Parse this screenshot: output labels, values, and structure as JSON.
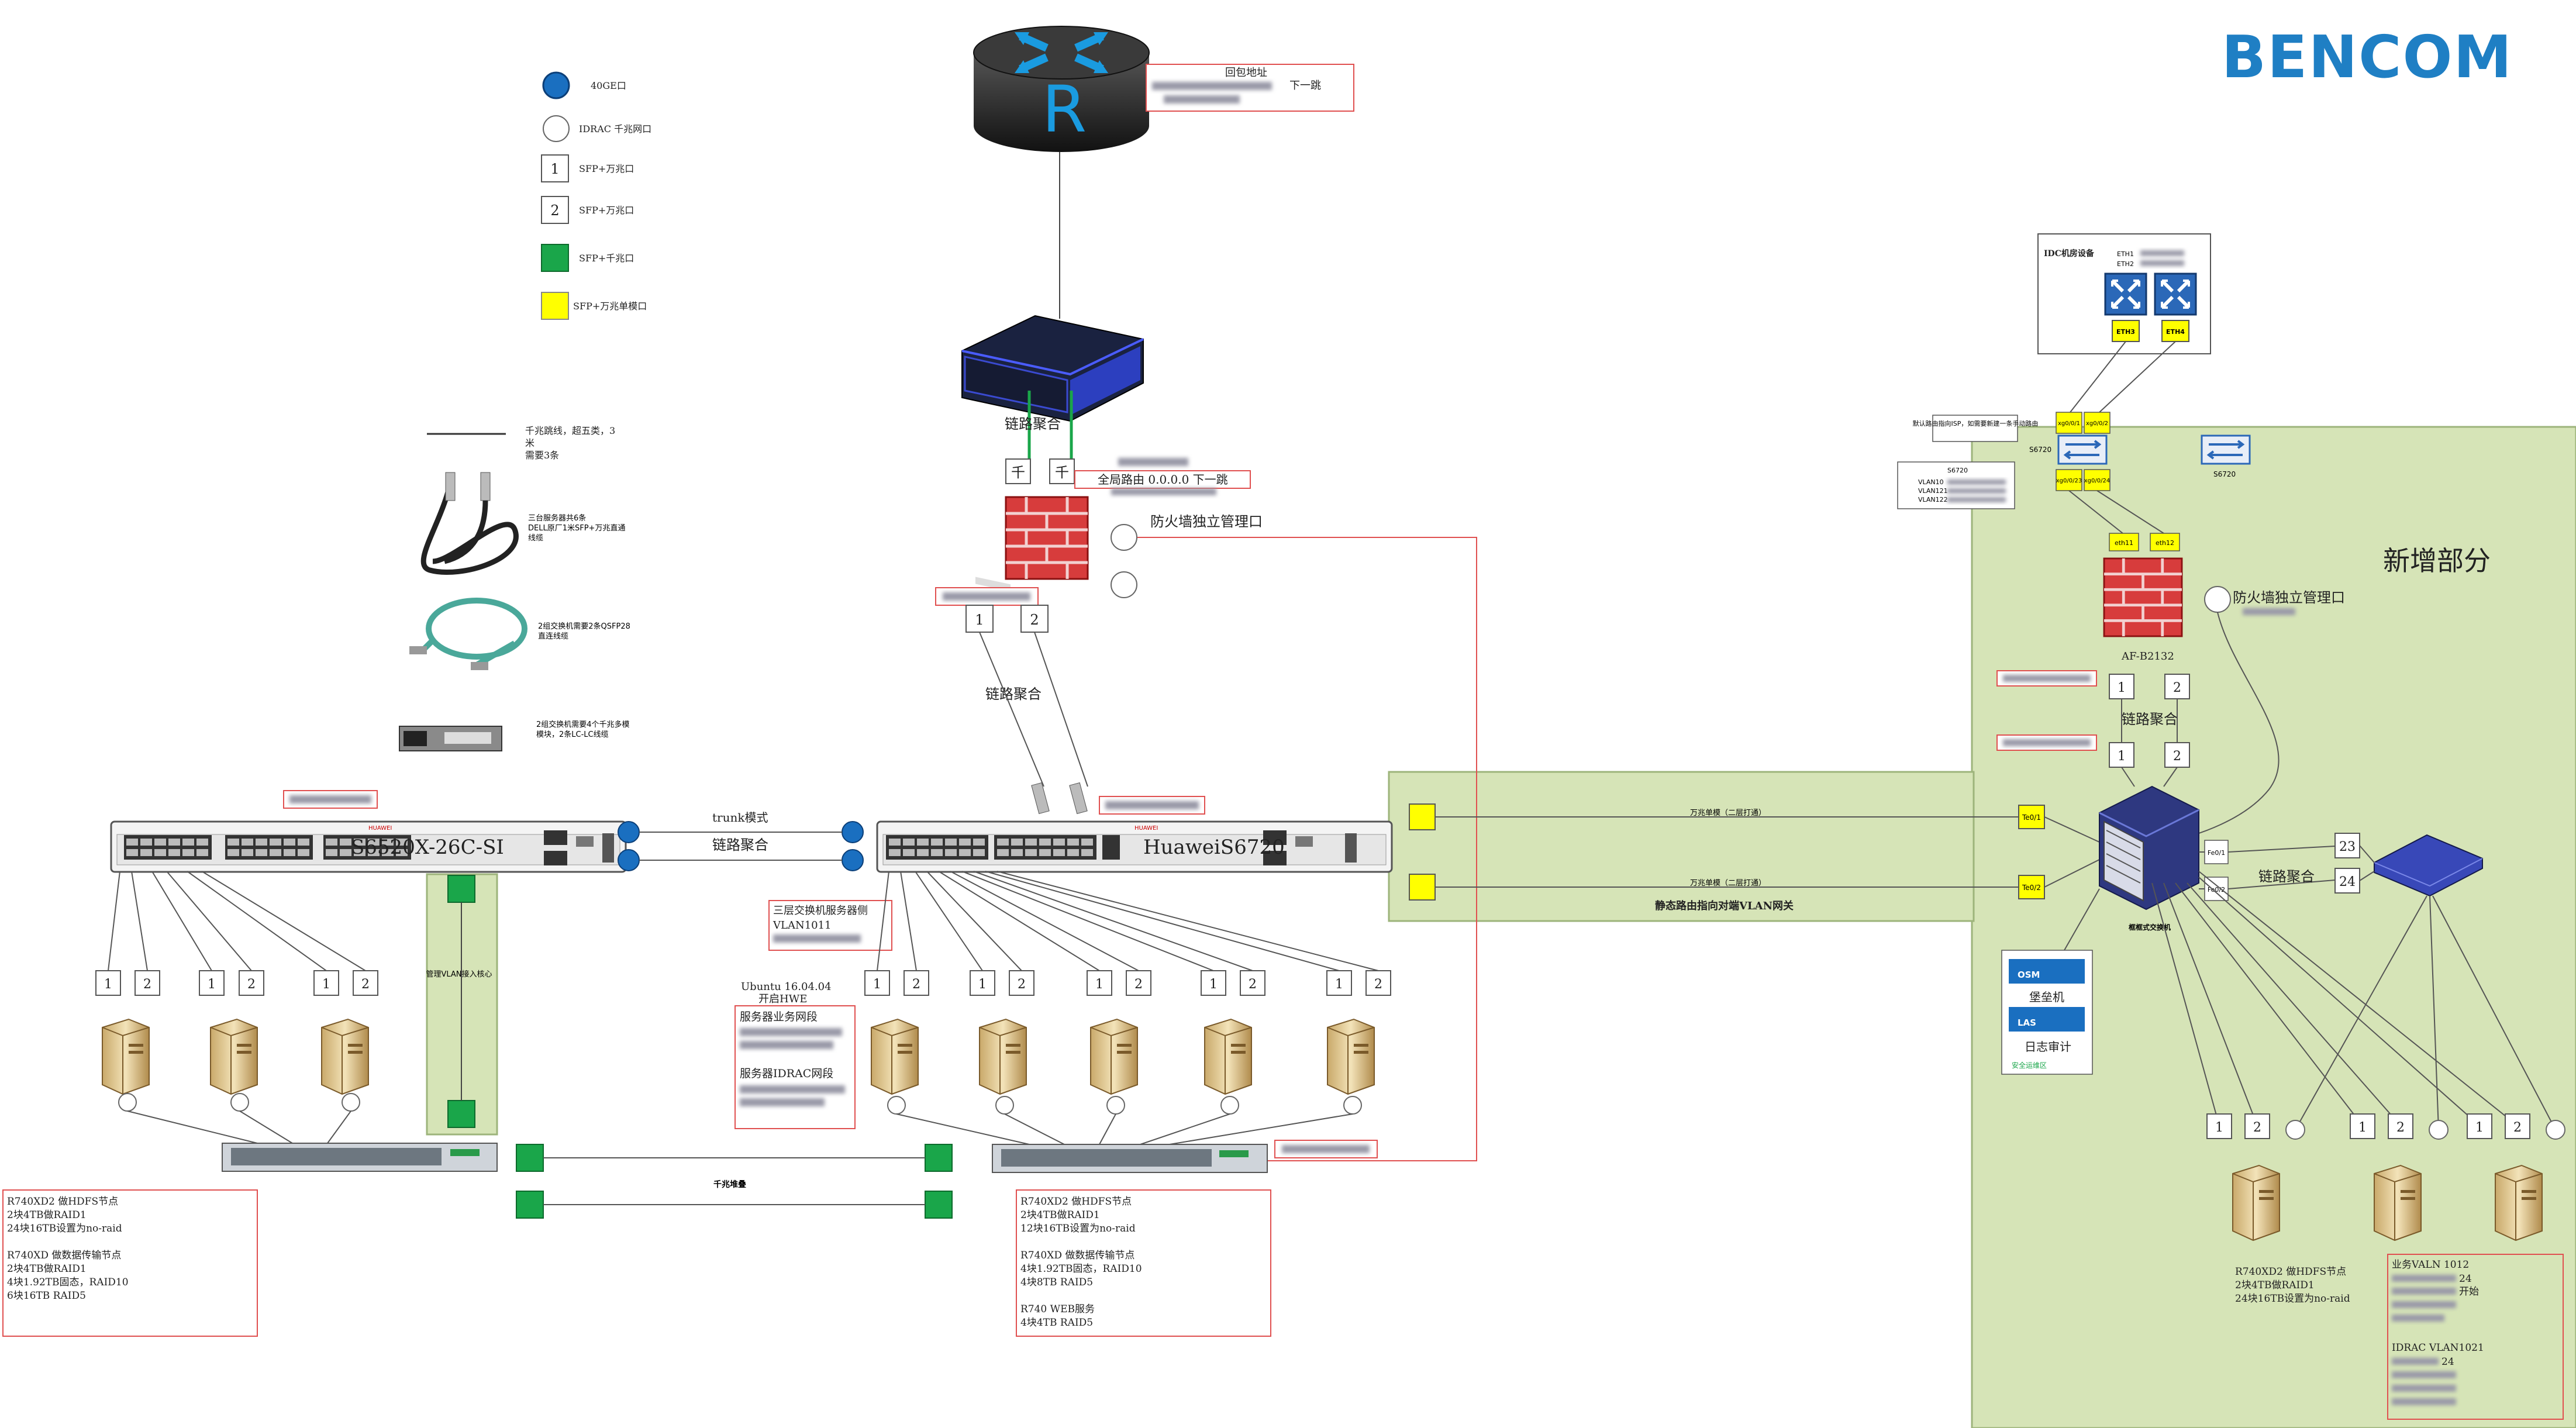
{
  "brand": {
    "logo": "BENCOM",
    "color": "#1f7fc4"
  },
  "colors": {
    "green_zone": "#d5e3b6",
    "red_box": "#e05050",
    "port_green": "#1aa64a",
    "port_yellow": "#ffff00",
    "port_blue": "#1a6fc0"
  },
  "legend": {
    "items": [
      {
        "icon": "blue-circle",
        "label": "40GE口"
      },
      {
        "icon": "white-circle",
        "label": "IDRAC 千兆网口"
      },
      {
        "icon": "square-1",
        "num": "1",
        "label": "SFP+万兆口"
      },
      {
        "icon": "square-2",
        "num": "2",
        "label": "SFP+万兆口"
      },
      {
        "icon": "green-square",
        "label": "SFP+千兆口"
      },
      {
        "icon": "yellow-square",
        "label": "SFP+万兆单模口"
      }
    ],
    "cable_note_1": "千兆跳线，超五类，3",
    "cable_note_2": "米",
    "cable_note_3": "需要3条",
    "dac_note_1": "三台服务器共6条",
    "dac_note_2": "DELL原厂1米SFP+万兆直通",
    "dac_note_3": "线缆",
    "aoc_note_1": "2组交换机需要2条QSFP28",
    "aoc_note_2": "直连线缆",
    "sfp_note_1": "2组交换机需要4个千兆多模",
    "sfp_note_2": "模块，2条LC-LC线缆"
  },
  "router": {
    "icon_letter": "R",
    "label1": "回包地址",
    "label2": "下一跳"
  },
  "firewall_top": {
    "trunk_label": "链路聚合",
    "port_label": "千",
    "default_route": "全局路由 0.0.0.0 下一跳",
    "mgmt_label": "防火墙独立管理口",
    "ports": [
      "1",
      "2"
    ],
    "agg_label": "链路聚合"
  },
  "switch_left": {
    "name": "S6520X-26C-SI",
    "brand": "HUAWEI"
  },
  "switch_right": {
    "name": "HuaweiS6720",
    "brand": "HUAWEI"
  },
  "interconnect": {
    "trunk": "trunk模式",
    "agg": "链路聚合"
  },
  "mgmt_vlan": "管理VLAN接入核心",
  "gigabit_stack": "千兆堆叠",
  "left_ports": [
    "1",
    "2",
    "1",
    "2",
    "1",
    "2"
  ],
  "right_ports": [
    "1",
    "2",
    "1",
    "2",
    "1",
    "2",
    "1",
    "2",
    "1",
    "2"
  ],
  "l3_note": {
    "line1": "三层交换机服务器侧",
    "line2": "VLAN1011"
  },
  "ubuntu_note": {
    "line1": "Ubuntu 16.04.04",
    "line2": "开启HWE"
  },
  "server_net_note": {
    "biz": "服务器业务网段",
    "idrac": "服务器IDRAC网段"
  },
  "left_spec": [
    "R740XD2 做HDFS节点",
    "2块4TB做RAID1",
    "24块16TB设置为no-raid",
    "",
    "R740XD  做数据传输节点",
    "2块4TB做RAID1",
    "4块1.92TB固态，RAID10",
    "6块16TB RAID5"
  ],
  "mid_spec": [
    "R740XD2 做HDFS节点",
    "2块4TB做RAID1",
    "12块16TB设置为no-raid",
    "",
    "R740XD  做数据传输节点",
    "4块1.92TB固态，RAID10",
    "4块8TB RAID5",
    "",
    "R740   WEB服务",
    "4块4TB RAID5"
  ],
  "links": {
    "fiber1": "万兆单模（二层打通）",
    "fiber2": "万兆单模（二层打通）",
    "static": "静态路由指向对端VLAN网关"
  },
  "new_zone": {
    "title": "新增部分",
    "idc_title": "IDC机房设备",
    "idc_eth1": "ETH1",
    "idc_eth2": "ETH2",
    "tag_eth3": "ETH3",
    "tag_eth4": "ETH4",
    "route_note": "默认路由指向ISP，如需要新建一条手动路由",
    "sw_label_a": "S6720",
    "sw_label_b": "S6720",
    "vlan_box_title": "S6720",
    "vlans": [
      "VLAN10",
      "VLAN121",
      "VLAN122"
    ],
    "yellow_ports": [
      "xg0/0/1",
      "xg0/0/2",
      "xg0/0/23",
      "xg0/0/24"
    ],
    "fw_ports": [
      "eth11",
      "eth12"
    ],
    "fw_name": "AF-B2132",
    "fw_mgmt": "防火墙独立管理口",
    "ports_top": [
      "1",
      "2"
    ],
    "agg1": "链路聚合",
    "ports_bottom": [
      "1",
      "2"
    ],
    "chassis": "框框式交换机",
    "te1": "Te0/1",
    "te2": "Te0/2",
    "fe_ports": [
      "Fe0/1",
      "Fe0/2"
    ],
    "switch_ports": [
      "23",
      "24"
    ],
    "agg2": "链路聚合",
    "osm": "OSM",
    "bastion": "堡垒机",
    "las": "LAS",
    "audit": "日志审计",
    "audit_sub": "安全运维区",
    "server_ports": [
      "1",
      "2",
      "1",
      "2",
      "1",
      "2"
    ],
    "server_spec": [
      "R740XD2 做HDFS节点",
      "2块4TB做RAID1",
      "24块16TB设置为no-raid"
    ],
    "vlan_biz": "业务VALN 1012",
    "vlan_biz_suffix": "24",
    "vlan_biz_start": "开始",
    "idrac_vlan": "IDRAC VLAN1021",
    "idrac_mask": "24"
  },
  "te_left": [
    "Te0/1",
    "Te0/2"
  ]
}
